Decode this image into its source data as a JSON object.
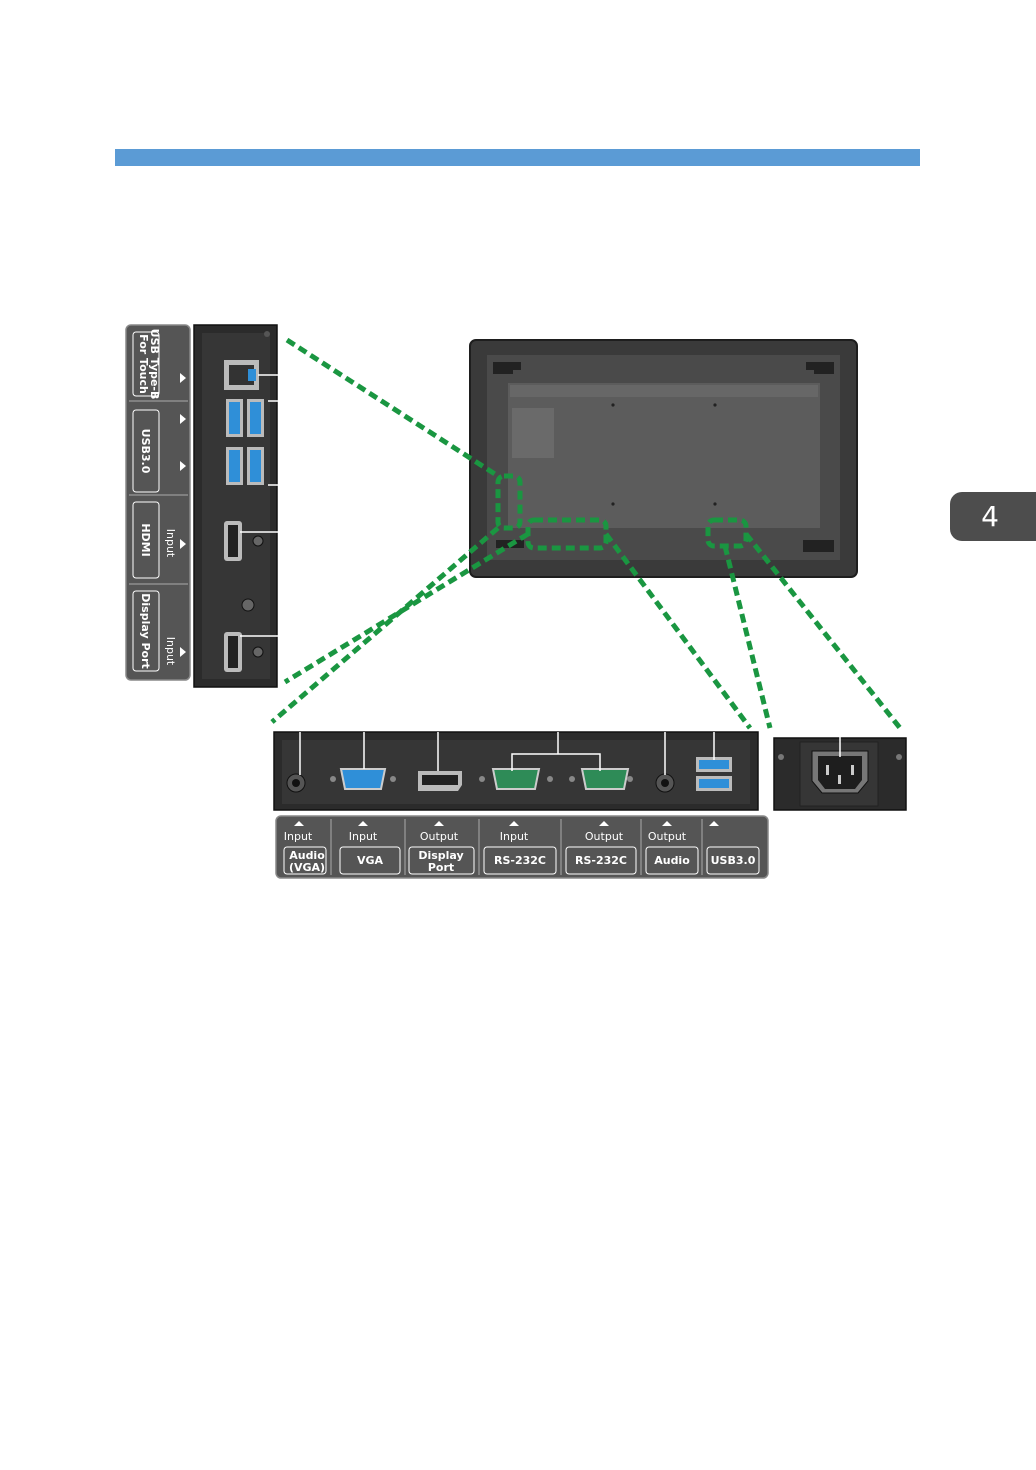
{
  "chapter": {
    "number": "4"
  },
  "side_panel": {
    "labels": [
      {
        "line1": "USB Type-B",
        "line2": "For Touch"
      },
      {
        "line1": "USB3.0",
        "line2": ""
      },
      {
        "line1": "HDMI",
        "line2": "Input"
      },
      {
        "line1": "Display Port",
        "line2": "Input"
      }
    ]
  },
  "bottom_panel": {
    "labels": [
      {
        "top": "Input",
        "main": "Audio",
        "sub": "(VGA)"
      },
      {
        "top": "Input",
        "main": "VGA",
        "sub": ""
      },
      {
        "top": "Output",
        "main": "Display",
        "sub": "Port"
      },
      {
        "top": "Input",
        "main": "RS-232C",
        "sub": ""
      },
      {
        "top": "Output",
        "main": "RS-232C",
        "sub": ""
      },
      {
        "top": "Output",
        "main": "Audio",
        "sub": ""
      },
      {
        "top": "",
        "main": "USB3.0",
        "sub": ""
      }
    ]
  },
  "colors": {
    "accent_bar": "#5b9bd5",
    "callout_dash": "#1a9641",
    "usb_blue": "#2f8fd8",
    "panel_dark": "#2b2b2b",
    "label_panel": "#555555"
  }
}
